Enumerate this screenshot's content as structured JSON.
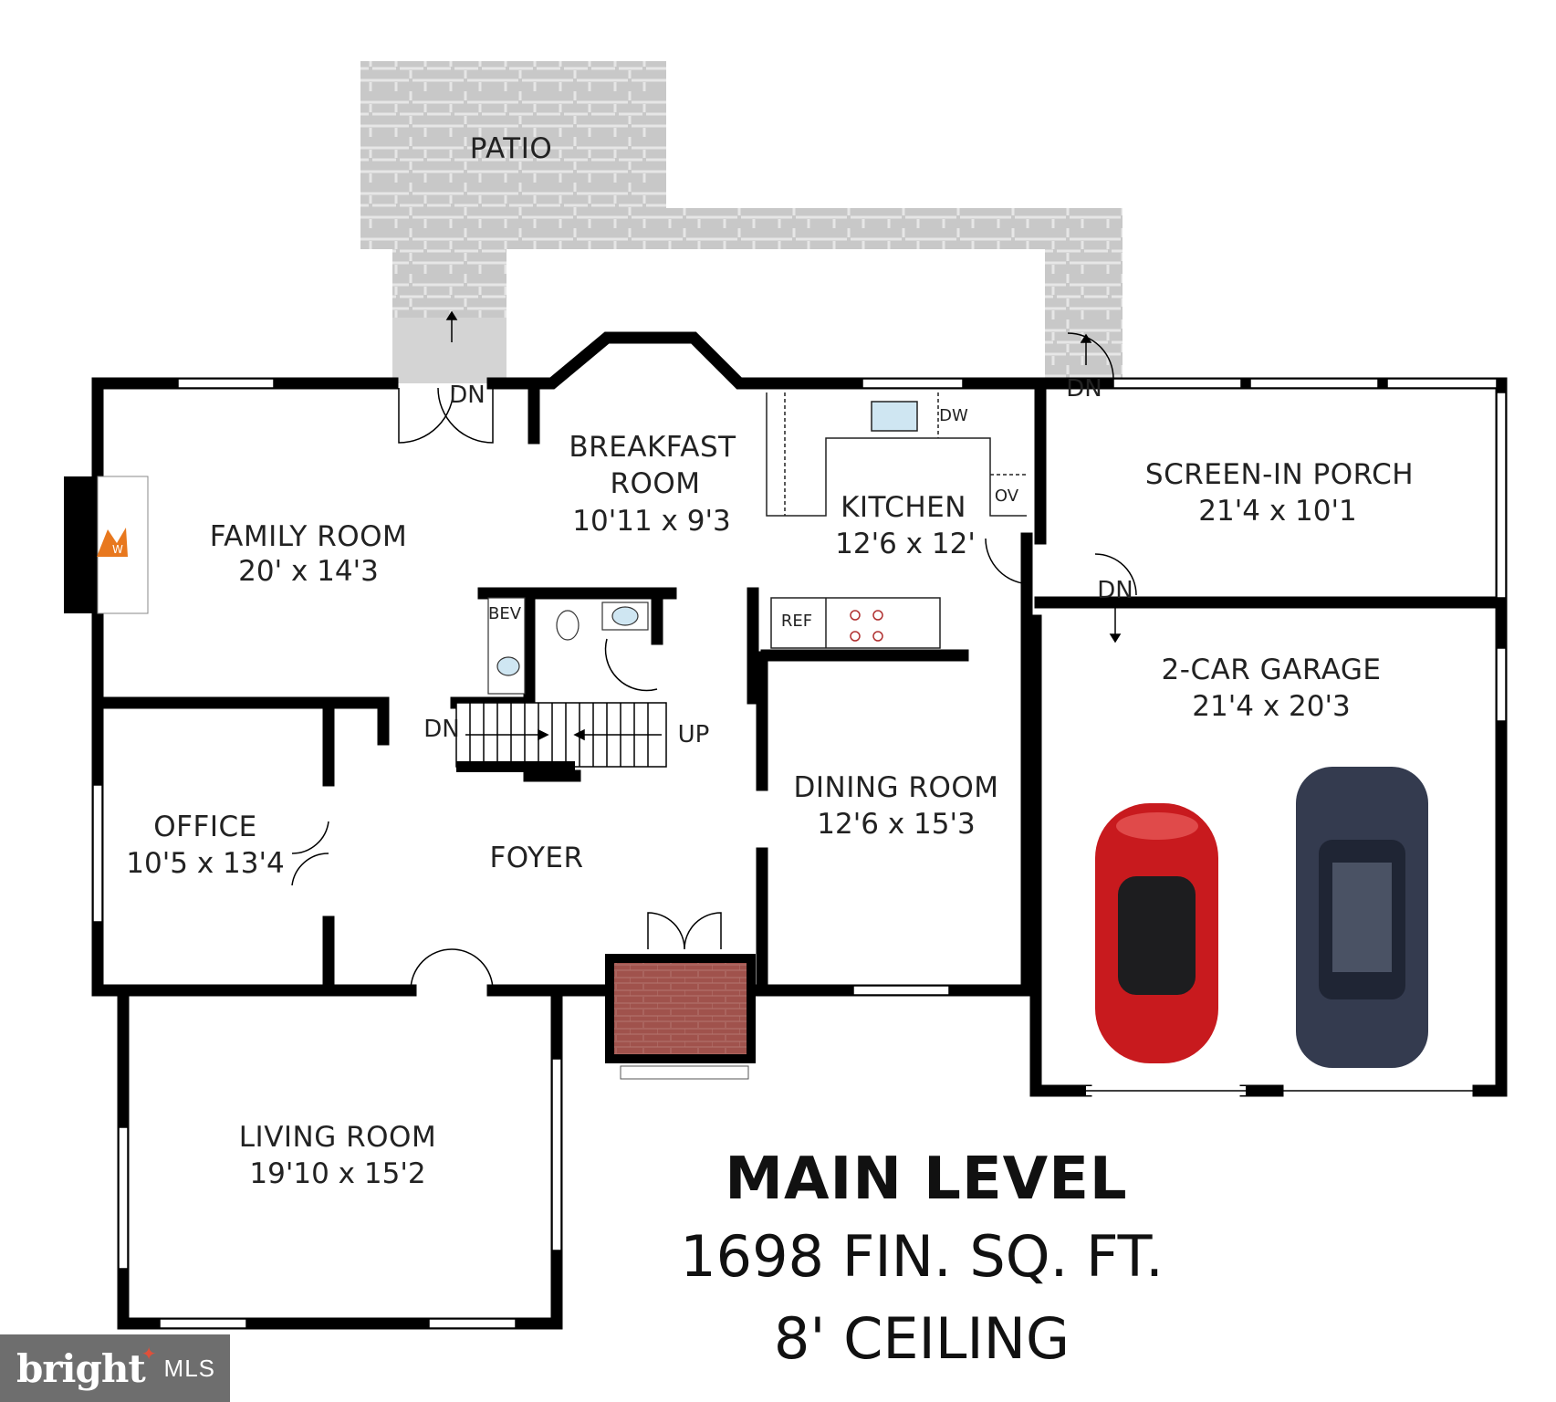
{
  "plan": {
    "level_title": "MAIN LEVEL",
    "finished_area": "1698 FIN. SQ. FT.",
    "ceiling": "8' CEILING",
    "rooms": [
      {
        "id": "patio",
        "name": "PATIO",
        "dim": ""
      },
      {
        "id": "family-room",
        "name": "FAMILY ROOM",
        "dim": "20' x 14'3"
      },
      {
        "id": "breakfast-room",
        "name": "BREAKFAST ROOM",
        "name_line1": "BREAKFAST",
        "name_line2": "ROOM",
        "dim": "10'11 x 9'3"
      },
      {
        "id": "kitchen",
        "name": "KITCHEN",
        "dim": "12'6 x 12'"
      },
      {
        "id": "screen-in-porch",
        "name": "SCREEN-IN PORCH",
        "dim": "21'4 x 10'1"
      },
      {
        "id": "garage",
        "name": "2-CAR GARAGE",
        "dim": "21'4 x 20'3"
      },
      {
        "id": "office",
        "name": "OFFICE",
        "dim": "10'5 x 13'4"
      },
      {
        "id": "foyer",
        "name": "FOYER",
        "dim": ""
      },
      {
        "id": "dining-room",
        "name": "DINING ROOM",
        "dim": "12'6 x 15'3"
      },
      {
        "id": "living-room",
        "name": "LIVING ROOM",
        "dim": "19'10 x 15'2"
      }
    ],
    "fixtures": {
      "dishwasher": "DW",
      "oven": "OV",
      "refrigerator": "REF",
      "beverage": "BEV",
      "fireplace_mark": "W"
    },
    "stair_labels": {
      "patio_door": "DN",
      "porch_door": "DN",
      "garage_door": "DN",
      "basement_stair": "DN",
      "upper_stair": "UP"
    }
  },
  "branding": {
    "logo_text": "bright",
    "logo_suffix": "MLS"
  },
  "colors": {
    "wall": "#000000",
    "patio": "#c8c8c8",
    "patio_lines": "#e6e6e6",
    "brick": "#a0524c",
    "fireplace_flame": "#e8781e",
    "car_red": "#c81a1e",
    "car_dark": "#343b4f",
    "logo_bg": "#6e6e6e"
  }
}
